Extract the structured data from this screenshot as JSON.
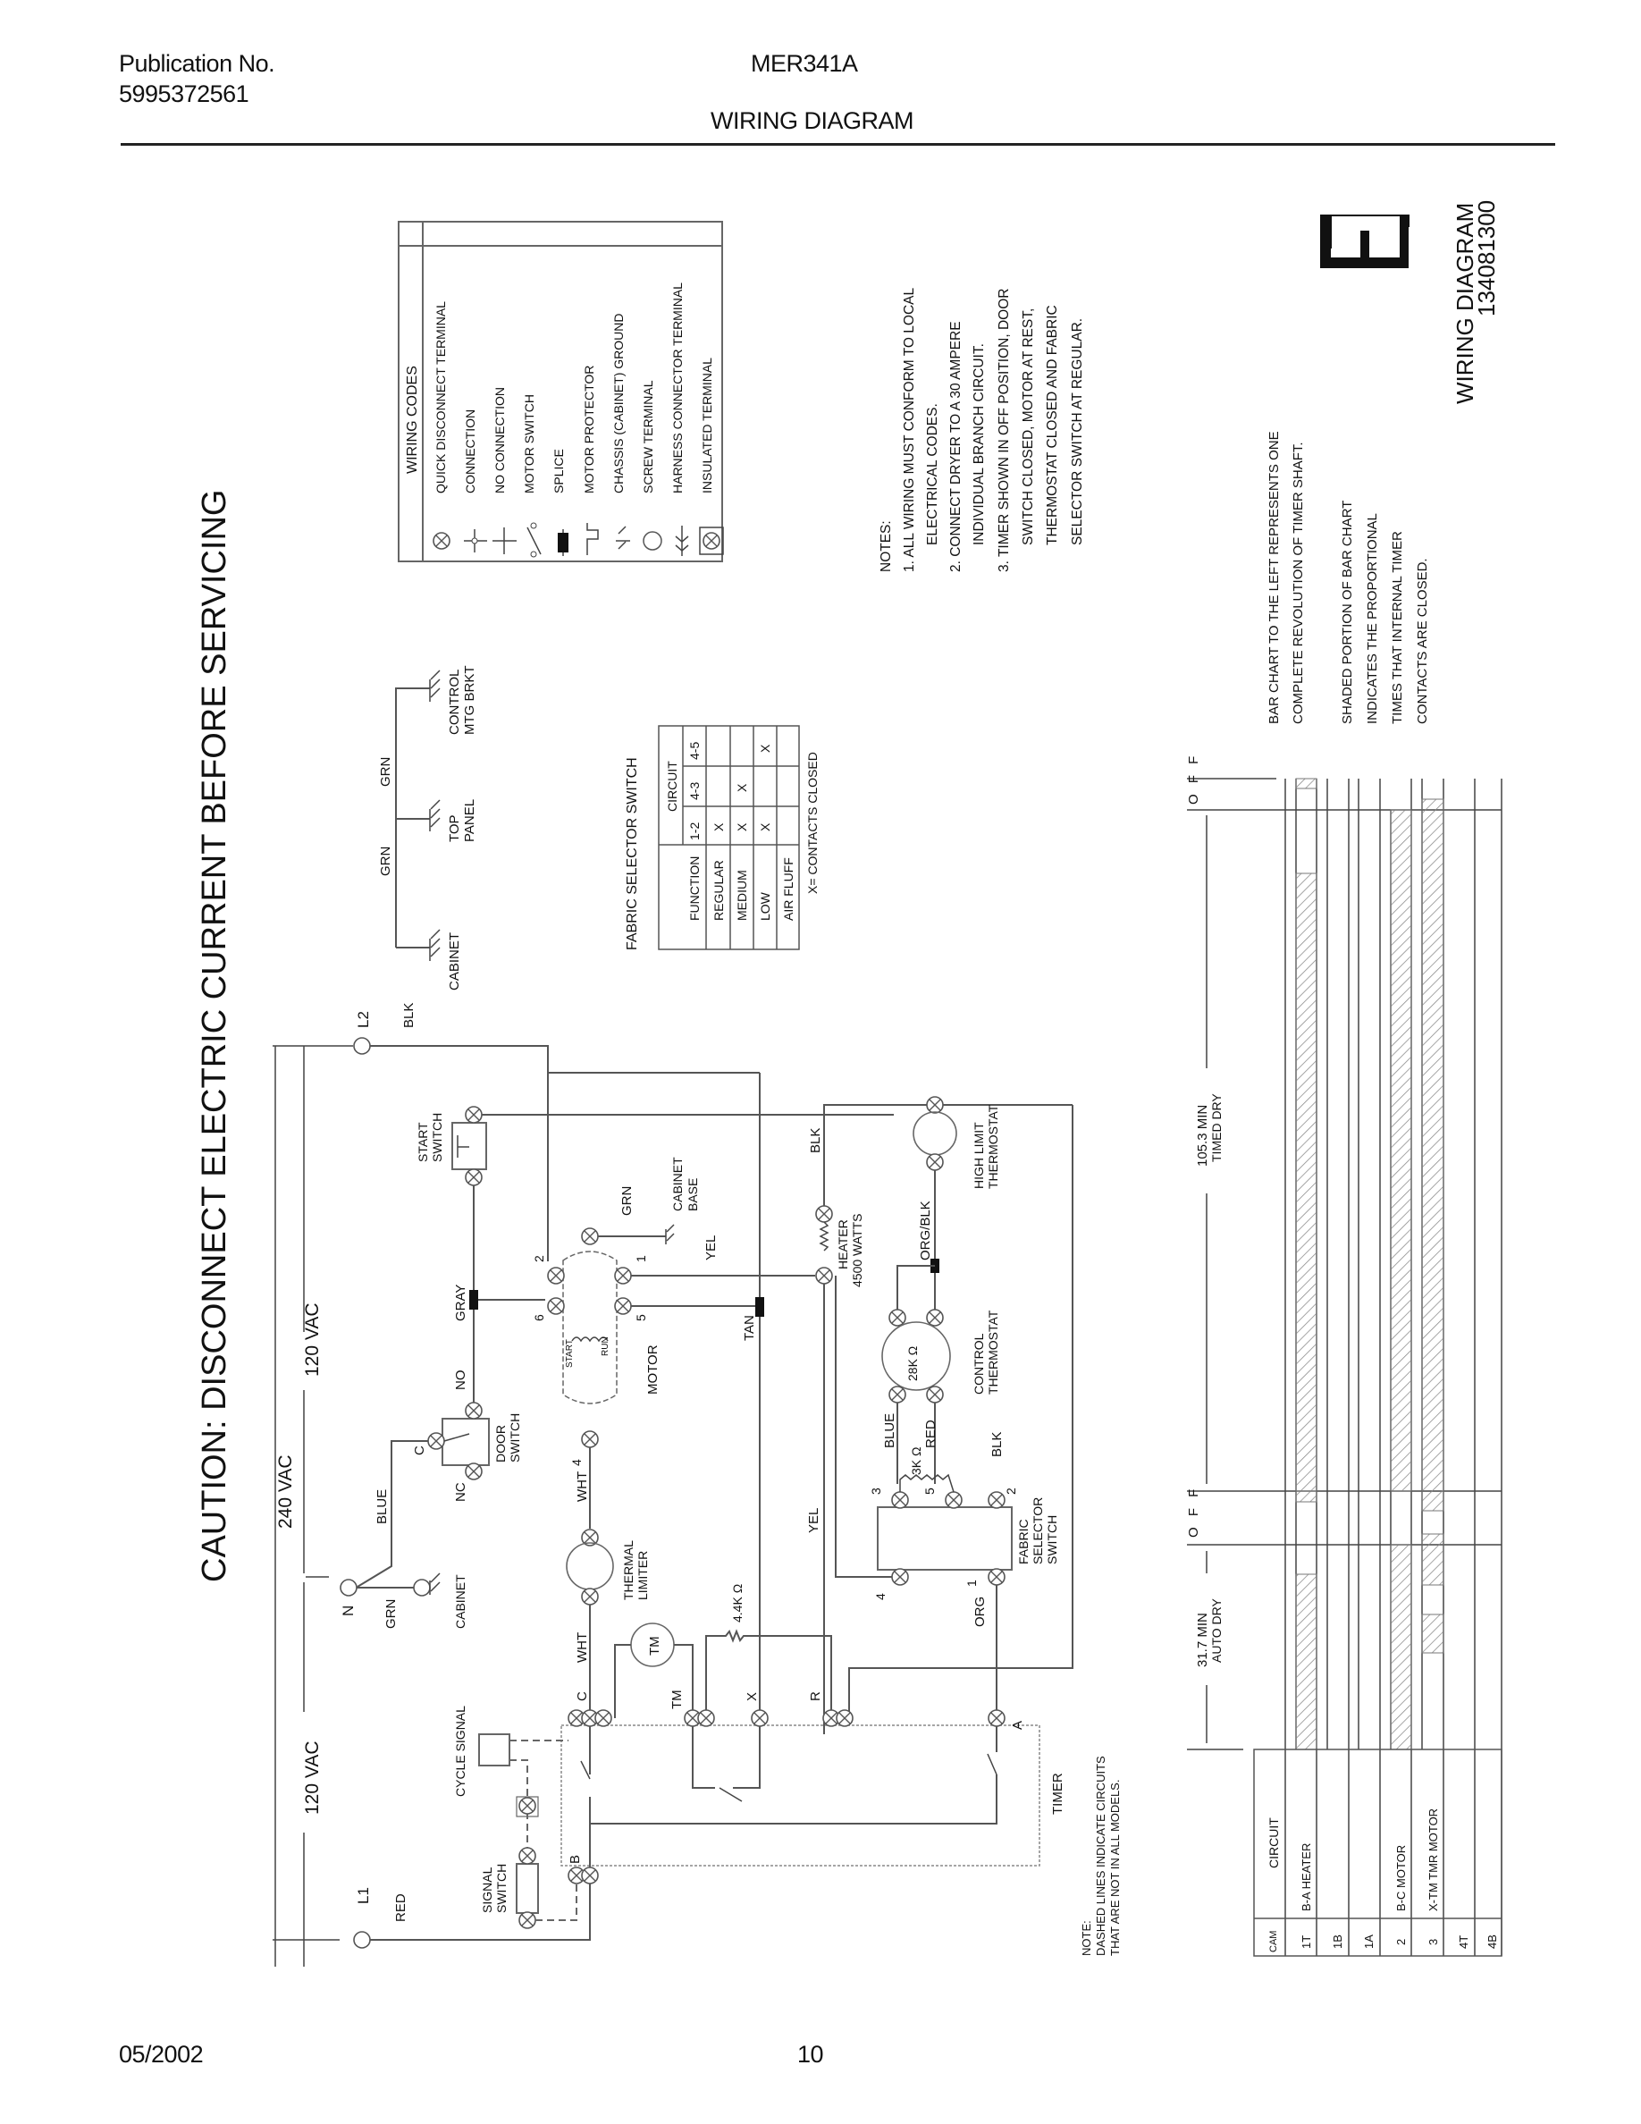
{
  "header": {
    "publication_label": "Publication No.",
    "publication_number": "5995372561",
    "model": "MER341A",
    "title": "WIRING DIAGRAM"
  },
  "footer": {
    "date": "05/2002",
    "page": "10"
  },
  "caution": "CAUTION: DISCONNECT ELECTRIC CURRENT BEFORE SERVICING",
  "wiring_codes": {
    "title": "WIRING CODES",
    "items": [
      {
        "icon": "quick-disconnect-terminal-icon",
        "label": "QUICK DISCONNECT TERMINAL"
      },
      {
        "icon": "connection-icon",
        "label": "CONNECTION"
      },
      {
        "icon": "no-connection-icon",
        "label": "NO CONNECTION"
      },
      {
        "icon": "motor-switch-icon",
        "label": "MOTOR SWITCH"
      },
      {
        "icon": "splice-icon",
        "label": "SPLICE"
      },
      {
        "icon": "motor-protector-icon",
        "label": "MOTOR PROTECTOR"
      },
      {
        "icon": "chassis-ground-icon",
        "label": "CHASSIS (CABINET) GROUND"
      },
      {
        "icon": "screw-terminal-icon",
        "label": "SCREW TERMINAL"
      },
      {
        "icon": "harness-connector-icon",
        "label": "HARNESS CONNECTOR TERMINAL"
      },
      {
        "icon": "insulated-terminal-icon",
        "label": "INSULATED TERMINAL"
      }
    ]
  },
  "notes": {
    "title": "NOTES:",
    "lines": [
      "1. ALL WIRING MUST CONFORM TO LOCAL",
      "ELECTRICAL CODES.",
      "2. CONNECT DRYER TO A 30 AMPERE",
      "INDIVIDUAL BRANCH CIRCUIT.",
      "3. TIMER SHOWN IN OFF POSITION, DOOR",
      "SWITCH CLOSED, MOTOR AT REST,",
      "THERMOSTAT CLOSED AND FABRIC",
      "SELECTOR SWITCH AT REGULAR."
    ]
  },
  "diagram_id": {
    "letter": "E",
    "title": "WIRING DIAGRAM",
    "number": "134081300"
  },
  "bar_chart_notes": {
    "line1": "BAR CHART TO THE LEFT REPRESENTS ONE",
    "line2": "COMPLETE REVOLUTION OF TIMER SHAFT.",
    "line3": "SHADED PORTION OF BAR CHART",
    "line4": "INDICATES THE PROPORTIONAL",
    "line5": "TIMES THAT INTERNAL TIMER",
    "line6": "CONTACTS ARE CLOSED."
  },
  "fabric_selector_table": {
    "title": "FABRIC SELECTOR SWITCH",
    "function_header": "FUNCTION",
    "circuit_header": "CIRCUIT",
    "columns": [
      "1-2",
      "4-3",
      "4-5"
    ],
    "rows": [
      {
        "function": "REGULAR",
        "values": [
          "X",
          "",
          ""
        ]
      },
      {
        "function": "MEDIUM",
        "values": [
          "X",
          "X",
          ""
        ]
      },
      {
        "function": "LOW",
        "values": [
          "X",
          "",
          "X"
        ]
      },
      {
        "function": "AIR FLUFF",
        "values": [
          "",
          "",
          ""
        ]
      }
    ],
    "legend": "X= CONTACTS CLOSED"
  },
  "grounds": {
    "wire1": "GRN",
    "wire2": "GRN",
    "cabinet": "CABINET",
    "top_panel_1": "TOP",
    "top_panel_2": "PANEL",
    "control_1": "CONTROL",
    "control_2": "MTG BRKT"
  },
  "schematic": {
    "l1": "L1",
    "l2": "L2",
    "n": "N",
    "red": "RED",
    "blk": "BLK",
    "grn": "GRN",
    "blue": "BLUE",
    "v240": "240 VAC",
    "v120a": "120 VAC",
    "v120b": "120 VAC",
    "cabinet": "CABINET",
    "start_switch_1": "START",
    "start_switch_2": "SWITCH",
    "gray": "GRAY",
    "no": "NO",
    "nc": "NC",
    "c": "C",
    "door_switch_1": "DOOR",
    "door_switch_2": "SWITCH",
    "motor": "MOTOR",
    "start": "START",
    "run": "RUN",
    "motor_t2": "2",
    "motor_t6": "6",
    "motor_t1": "1",
    "motor_t5": "5",
    "motor_t4": "4",
    "grn_motor": "GRN",
    "cabinet_base_1": "CABINET",
    "cabinet_base_2": "BASE",
    "yel": "YEL",
    "tan": "TAN",
    "wht1": "WHT",
    "wht2": "WHT",
    "thermal_limiter_1": "THERMAL",
    "thermal_limiter_2": "LIMITER",
    "heater_1": "HEATER",
    "heater_2": "4500 WATTS",
    "blk_heater": "BLK",
    "high_limit_1": "HIGH LIMIT",
    "high_limit_2": "THERMOSTAT",
    "org_blk": "ORG/BLK",
    "control_thermo_1": "CONTROL",
    "control_thermo_2": "THERMOSTAT",
    "r28k": "28K Ω",
    "r3k": "3K Ω",
    "blue2": "BLUE",
    "red2": "RED",
    "blk2": "BLK",
    "yel2": "YEL",
    "org": "ORG",
    "fabric_1": "FABRIC",
    "fabric_2": "SELECTOR",
    "fabric_3": "SWITCH",
    "fs_t3": "3",
    "fs_t5": "5",
    "fs_t2": "2",
    "fs_t4": "4",
    "fs_t1": "1",
    "r44k": "4.4K Ω",
    "tm": "TM",
    "tm_label": "TM",
    "timer_c": "C",
    "timer_x": "X",
    "timer_r": "R",
    "timer_a": "A",
    "timer_b": "B",
    "timer": "TIMER",
    "cycle_signal": "CYCLE SIGNAL",
    "signal_switch_1": "SIGNAL",
    "signal_switch_2": "SWITCH",
    "dashed_note_1": "NOTE:",
    "dashed_note_2": "DASHED LINES INDICATE CIRCUITS",
    "dashed_note_3": "THAT ARE NOT IN ALL MODELS."
  },
  "cam_chart": {
    "off_top": "O F F",
    "off_mid": "O F F",
    "timed_dry_time": "105.3 MIN",
    "timed_dry_label": "TIMED DRY",
    "auto_dry_time": "31.7 MIN",
    "auto_dry_label": "AUTO DRY",
    "cam_header": "CAM",
    "circuit_header": "CIRCUIT",
    "rows": [
      {
        "cam": "1T",
        "circuit": "B-A  HEATER"
      },
      {
        "cam": "1B",
        "circuit": ""
      },
      {
        "cam": "1A",
        "circuit": ""
      },
      {
        "cam": "2",
        "circuit": "B-C   MOTOR"
      },
      {
        "cam": "3",
        "circuit": "X-TM TMR MOTOR"
      },
      {
        "cam": "4T",
        "circuit": ""
      },
      {
        "cam": "4B",
        "circuit": ""
      }
    ]
  },
  "chart_data": {
    "type": "bar",
    "title": "Timer cam chart (one revolution of timer shaft)",
    "categories": [
      "1T B-A HEATER",
      "1B",
      "1A",
      "2 B-C MOTOR",
      "3 X-TM TMR MOTOR",
      "4T",
      "4B"
    ],
    "segments": [
      "OFF",
      "105.3 MIN TIMED DRY",
      "OFF",
      "31.7 MIN AUTO DRY"
    ],
    "series": [
      {
        "name": "1T",
        "closed": "partial OFF, most of TIMED DRY, most of AUTO DRY"
      },
      {
        "name": "1B",
        "closed": "none"
      },
      {
        "name": "1A",
        "closed": "none"
      },
      {
        "name": "2",
        "closed": "TIMED DRY, AUTO DRY"
      },
      {
        "name": "3",
        "closed": "TIMED DRY, parts of OFF, intervals in AUTO DRY"
      },
      {
        "name": "4T",
        "closed": "none"
      },
      {
        "name": "4B",
        "closed": "none"
      }
    ]
  }
}
